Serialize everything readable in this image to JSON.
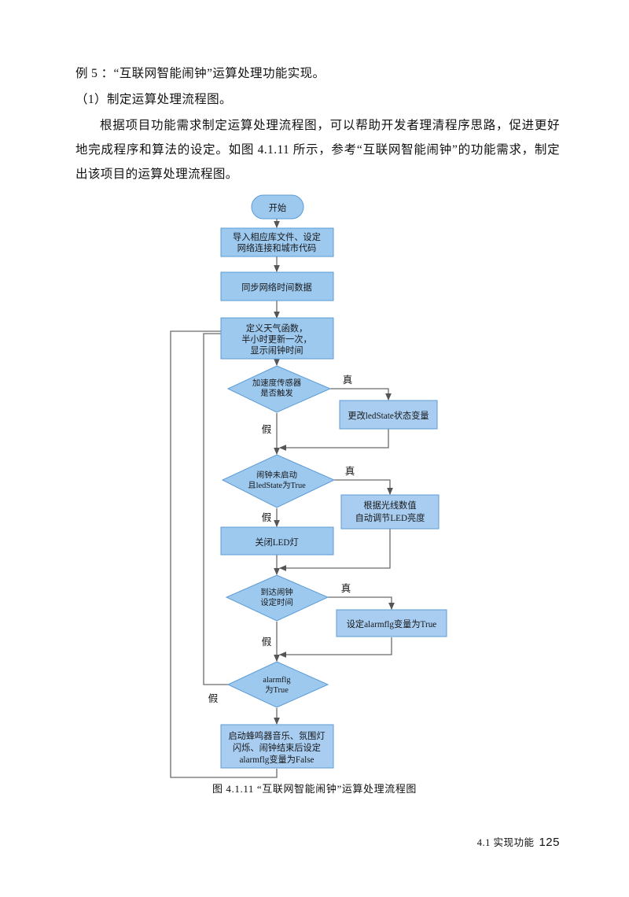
{
  "page": {
    "paragraphs": [
      "例 5 ：“互联网智能闹钟”运算处理功能实现。",
      "（1）制定运算处理流程图。",
      "根据项目功能需求制定运算处理流程图，可以帮助开发者理清程序思路，促进更好地完成程序和算法的设定。如图 4.1.11 所示，参考“互联网智能闹钟”的功能需求，制定出该项目的运算处理流程图。"
    ],
    "caption": "图 4.1.11  “互联网智能闹钟”运算处理流程图",
    "footer": {
      "section": "4.1  实现功能",
      "page_number": "125"
    }
  },
  "colors": {
    "node_fill": "#9dc9ef",
    "node_fill_alt": "#a8cdf0",
    "node_stroke": "#5b9bd5",
    "edge_stroke": "#6b6b6b",
    "text": "#18181a"
  },
  "flowchart": {
    "type": "flowchart",
    "title": "“互联网智能闹钟”运算处理流程图",
    "nodes": [
      {
        "id": "start",
        "shape": "terminator",
        "label": "开始"
      },
      {
        "id": "import",
        "shape": "process",
        "label_line1": "导入相应库文件、设定",
        "label_line2": "网络连接和城市代码"
      },
      {
        "id": "sync",
        "shape": "process",
        "label_line1": "同步网络时间数据"
      },
      {
        "id": "weather",
        "shape": "process",
        "label_line1": "定义天气函数，",
        "label_line2": "半小时更新一次，",
        "label_line3": "显示闹钟时间"
      },
      {
        "id": "accel",
        "shape": "decision",
        "label_line1": "加速度传感器",
        "label_line2": "是否触发"
      },
      {
        "id": "ledstate",
        "shape": "process",
        "label_line1": "更改ledState状态变量"
      },
      {
        "id": "notstart",
        "shape": "decision",
        "label_line1": "闹钟未启动",
        "label_line2": "且ledState为True"
      },
      {
        "id": "bright",
        "shape": "process",
        "label_line1": "根据光线数值",
        "label_line2": "自动调节LED亮度"
      },
      {
        "id": "ledoff",
        "shape": "process",
        "label_line1": "关闭LED灯"
      },
      {
        "id": "reached",
        "shape": "decision",
        "label_line1": "到达闹钟",
        "label_line2": "设定时间"
      },
      {
        "id": "setflag",
        "shape": "process",
        "label_line1": "设定alarmflg变量为True"
      },
      {
        "id": "isalarm",
        "shape": "decision",
        "label_line1": "alarmflg",
        "label_line2": "为True"
      },
      {
        "id": "buzzer",
        "shape": "process",
        "label_line1": "启动蜂鸣器音乐、氛围灯",
        "label_line2": "闪烁、闹钟结束后设定",
        "label_line3": "alarmflg变量为False"
      }
    ],
    "edge_labels": {
      "accel_true": "真",
      "accel_false": "假",
      "notstart_true": "真",
      "notstart_false": "假",
      "reached_true": "真",
      "reached_false": "假",
      "isalarm_false": "假"
    }
  }
}
